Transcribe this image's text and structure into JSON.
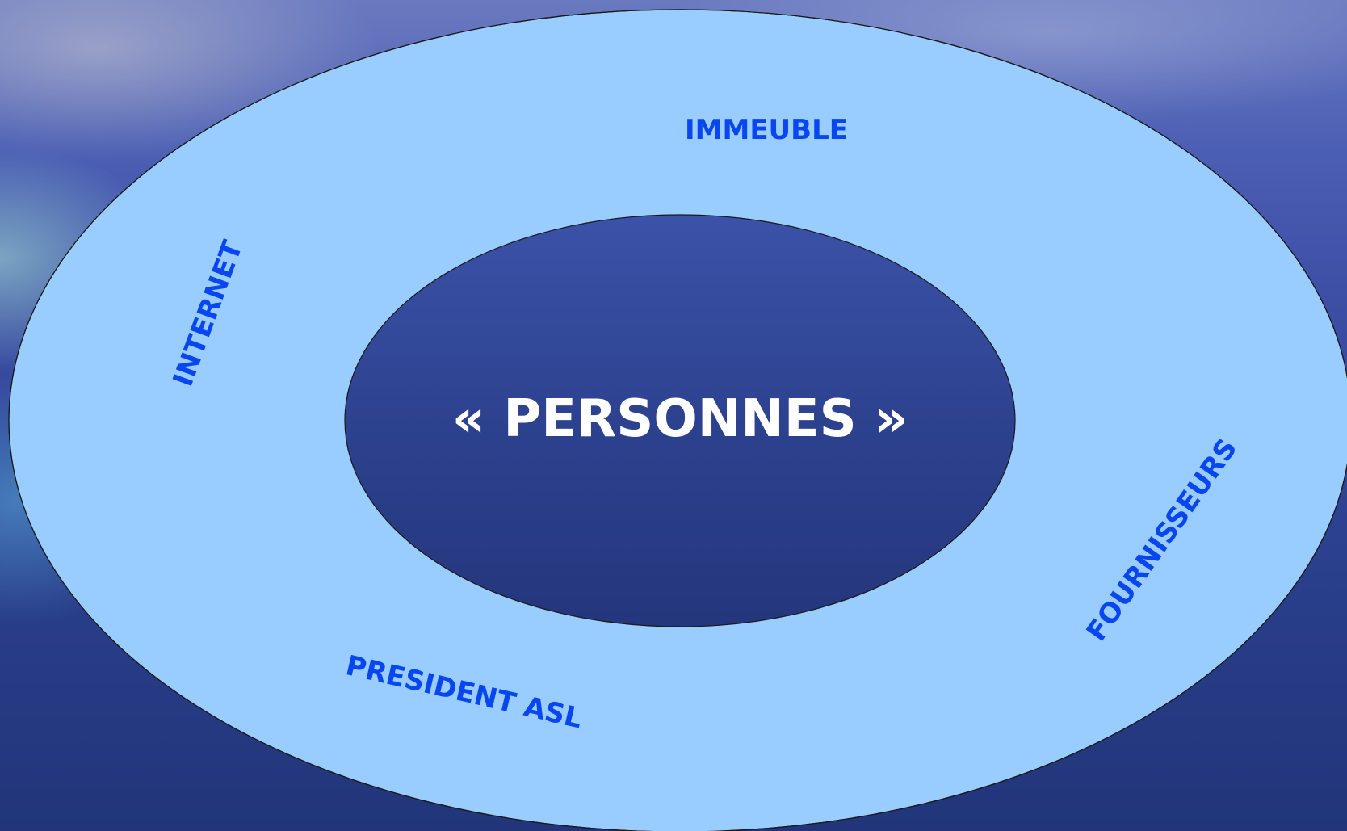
{
  "diagram": {
    "center": "« PERSONNES »",
    "ring_labels": {
      "top": "IMMEUBLE",
      "left": "INTERNET",
      "right": "FOURNISSEURS",
      "bottom": "PRESIDENT ASL"
    }
  },
  "colors": {
    "ring_fill": "#99ccff",
    "ring_label": "#0a46f0",
    "center_label": "#ffffff",
    "outline": "#1a1a1a"
  }
}
